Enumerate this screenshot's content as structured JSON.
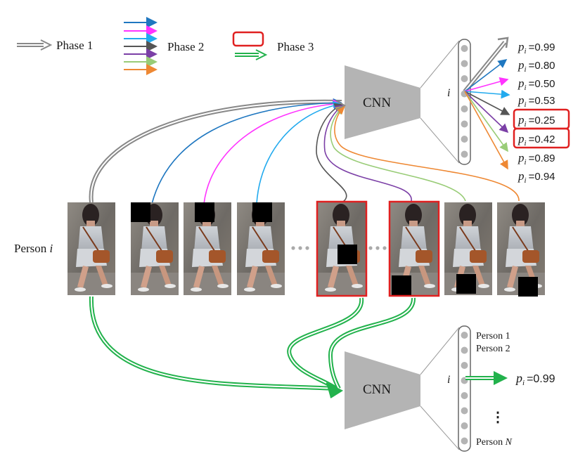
{
  "legend": {
    "phase1": "Phase 1",
    "phase2": "Phase 2",
    "phase3": "Phase 3"
  },
  "cnn_top_label": "CNN",
  "cnn_bottom_label": "CNN",
  "person_label": "Person",
  "person_var": "i",
  "neuron_top_var": "i",
  "neuron_bottom_var": "i",
  "top_outputs": [
    {
      "p": "p",
      "sub": "i",
      "value": "=0.99",
      "highlight": false
    },
    {
      "p": "p",
      "sub": "i",
      "value": "=0.80",
      "highlight": false
    },
    {
      "p": "p",
      "sub": "i",
      "value": "=0.50",
      "highlight": false
    },
    {
      "p": "p",
      "sub": "i",
      "value": "=0.53",
      "highlight": false
    },
    {
      "p": "p",
      "sub": "i",
      "value": "=0.25",
      "highlight": true
    },
    {
      "p": "p",
      "sub": "i",
      "value": "=0.42",
      "highlight": true
    },
    {
      "p": "p",
      "sub": "i",
      "value": "=0.89",
      "highlight": false
    },
    {
      "p": "p",
      "sub": "i",
      "value": "=0.94",
      "highlight": false
    }
  ],
  "bottom_output": {
    "p": "p",
    "sub": "i",
    "value": "=0.99"
  },
  "bottom_classes": {
    "person1": "Person 1",
    "person2": "Person 2",
    "vdots": "⋮",
    "personN_word": "Person",
    "personN_var": "N"
  },
  "colors": {
    "gray": "#888888",
    "blue": "#1f77c0",
    "magenta": "#ff33ff",
    "cyan": "#22aaee",
    "dark": "#555555",
    "purple": "#7b3fa6",
    "lightgreen": "#99cc77",
    "orange": "#ee8833",
    "green": "#22b24c",
    "red": "#e02020"
  }
}
